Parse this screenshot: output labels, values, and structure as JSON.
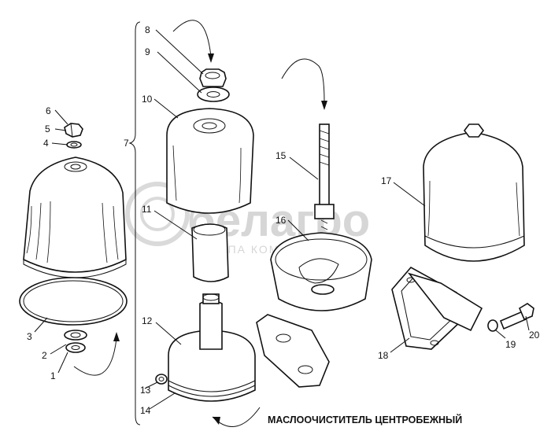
{
  "caption": "МАСЛООЧИСТИТЕЛЬ ЦЕНТРОБЕЖНЫЙ",
  "watermark": {
    "brand": "белагро",
    "subtitle": "ГРУППА КОМПАНИЙ"
  },
  "callouts": [
    "1",
    "2",
    "3",
    "4",
    "5",
    "6",
    "7",
    "8",
    "9",
    "10",
    "11",
    "12",
    "13",
    "14",
    "15",
    "16",
    "17",
    "18",
    "19",
    "20"
  ]
}
